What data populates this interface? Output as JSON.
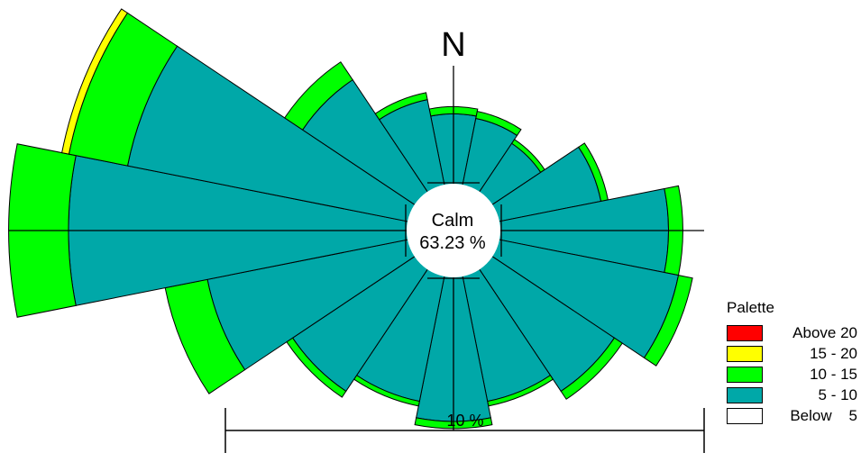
{
  "chart_data": {
    "type": "wind-rose",
    "north_label": "N",
    "calm_label": "Calm",
    "calm_value": "63.23 %",
    "scale_label": "10 %",
    "scale_value": 10,
    "sectors": 16,
    "bins": [
      {
        "name": "Above 20",
        "color": "#ff0000"
      },
      {
        "name": "15 - 20",
        "color": "#ffff00"
      },
      {
        "name": "10 - 15",
        "color": "#00ff00"
      },
      {
        "name": "5 - 10",
        "color": "#00a8a8"
      },
      {
        "name": "Below    5",
        "color": "#ffffff"
      }
    ],
    "directions": [
      {
        "dir": "N",
        "cum": [
          0,
          1.65,
          1.8,
          1.8,
          1.8
        ]
      },
      {
        "dir": "NNE",
        "cum": [
          0,
          1.6,
          1.75,
          1.75,
          1.75
        ]
      },
      {
        "dir": "NE",
        "cum": [
          0,
          1.4,
          1.5,
          1.5,
          1.5
        ]
      },
      {
        "dir": "ENE",
        "cum": [
          0,
          2.35,
          2.5,
          2.5,
          2.5
        ]
      },
      {
        "dir": "E",
        "cum": [
          0,
          3.7,
          4.0,
          4.0,
          4.0
        ]
      },
      {
        "dir": "ESE",
        "cum": [
          0,
          4.0,
          4.3,
          4.3,
          4.3
        ]
      },
      {
        "dir": "SE",
        "cum": [
          0,
          3.25,
          3.45,
          3.45,
          3.45
        ]
      },
      {
        "dir": "SSE",
        "cum": [
          0,
          2.85,
          2.95,
          2.95,
          2.95
        ]
      },
      {
        "dir": "S",
        "cum": [
          0,
          3.2,
          3.35,
          3.35,
          3.35
        ]
      },
      {
        "dir": "SSW",
        "cum": [
          0,
          2.85,
          2.95,
          2.95,
          2.95
        ]
      },
      {
        "dir": "SW",
        "cum": [
          0,
          3.25,
          3.4,
          3.4,
          3.4
        ]
      },
      {
        "dir": "WSW",
        "cum": [
          0,
          4.45,
          5.35,
          5.35,
          5.35
        ]
      },
      {
        "dir": "W",
        "cum": [
          0,
          7.25,
          8.5,
          8.5,
          8.5
        ]
      },
      {
        "dir": "WNW",
        "cum": [
          0,
          6.15,
          7.4,
          7.55,
          7.55
        ]
      },
      {
        "dir": "NW",
        "cum": [
          0,
          3.0,
          3.45,
          3.45,
          3.45
        ]
      },
      {
        "dir": "NNW",
        "cum": [
          0,
          2.0,
          2.15,
          2.15,
          2.15
        ]
      }
    ]
  }
}
